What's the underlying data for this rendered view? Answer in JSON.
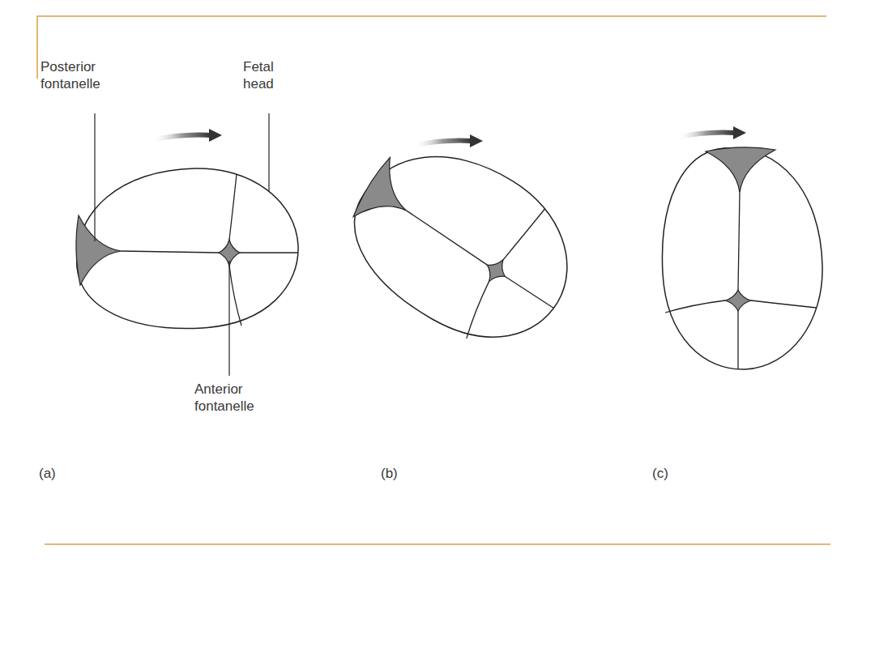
{
  "diagram": {
    "labels": [
      "Posterior fontanelle",
      "Fetal head",
      "Anterior fontanelle",
      "(a)",
      "(b)",
      "(c)"
    ]
  }
}
